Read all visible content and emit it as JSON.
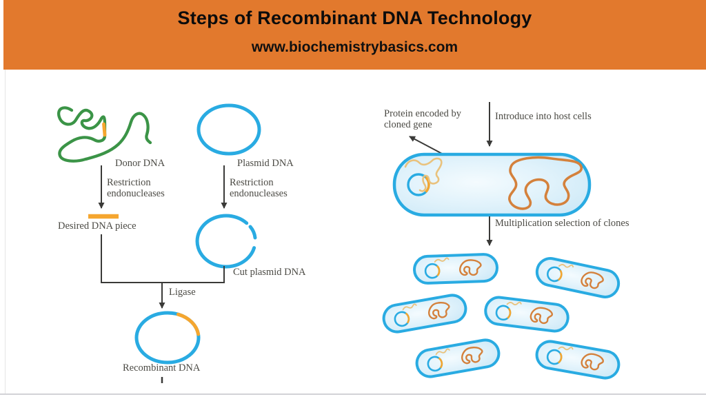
{
  "header": {
    "title": "Steps of Recombinant DNA Technology",
    "website": "www.biochemistrybasics.com",
    "background_color": "#E2792D",
    "text_color": "#0c0c0c"
  },
  "palette": {
    "dna_green": "#3B9447",
    "plasmid_blue": "#29ABE2",
    "accent_orange": "#F5A62F",
    "chromosome_orange": "#D4813C",
    "protein_tan": "#E9C27D",
    "cell_fill_light": "#F2FAFE",
    "cell_fill_edge": "#CDE9F7",
    "label_text": "#4B4A44",
    "arrow_color": "#3A3A38"
  },
  "diagram": {
    "left_flow": {
      "donor_dna_label": "Donor DNA",
      "plasmid_dna_label": "Plasmid DNA",
      "restriction_enzyme_label": "Restriction endonucleases",
      "desired_dna_label": "Desired DNA piece",
      "cut_plasmid_label": "Cut plasmid DNA",
      "ligase_label": "Ligase",
      "recombinant_dna_label": "Recombinant DNA"
    },
    "right_flow": {
      "protein_label": "Protein encoded by cloned gene",
      "introduce_label": "Introduce into host cells",
      "multiplication_label": "Multiplication selection of clones",
      "clone_cell_count": 6
    }
  }
}
